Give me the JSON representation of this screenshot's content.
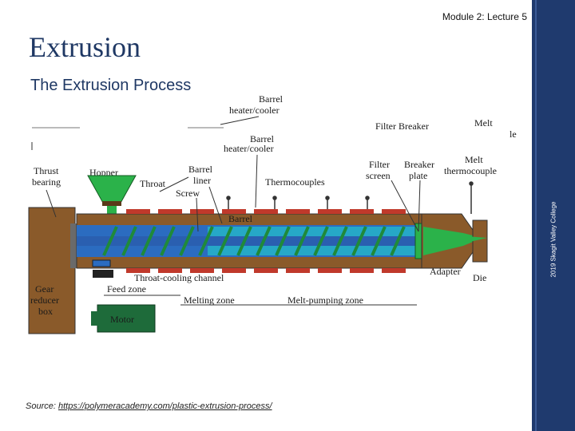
{
  "header": {
    "module": "Module 2: Lecture 5"
  },
  "slide": {
    "title": "Extrusion",
    "subtitle": "The Extrusion Process"
  },
  "sidebar": {
    "copyright": "2019 Skagit Valley College"
  },
  "source": {
    "label": "Source:",
    "url": "https://polymeracademy.com/plastic-extrusion-process/"
  },
  "diagram": {
    "labels": {
      "barrel_heater_top": [
        "Barrel",
        "heater/cooler"
      ],
      "filter_breaker_top": "Filter  Breaker",
      "melt_top": "Melt",
      "le_fragment": "le",
      "barrel_heater": [
        "Barrel",
        "heater/cooler"
      ],
      "thrust_bearing": [
        "Thrust",
        "bearing"
      ],
      "hopper": "Hopper",
      "throat": "Throat",
      "barrel_liner": [
        "Barrel",
        "liner"
      ],
      "screw": "Screw",
      "thermocouples": "Thermocouples",
      "filter_screen": [
        "Filter",
        "screen"
      ],
      "breaker_plate": [
        "Breaker",
        "plate"
      ],
      "melt_thermocouple": [
        "Melt",
        "thermocouple"
      ],
      "barrel": "Barrel",
      "gear_reducer_box": [
        "Gear",
        "reducer",
        "box"
      ],
      "motor": "Motor",
      "throat_cooling_channel": "Throat-cooling  channel",
      "feed_zone": "Feed  zone",
      "melting_zone": "Melting  zone",
      "melt_pumping_zone": "Melt-pumping  zone",
      "adapter": "Adapter",
      "die": "Die"
    }
  }
}
